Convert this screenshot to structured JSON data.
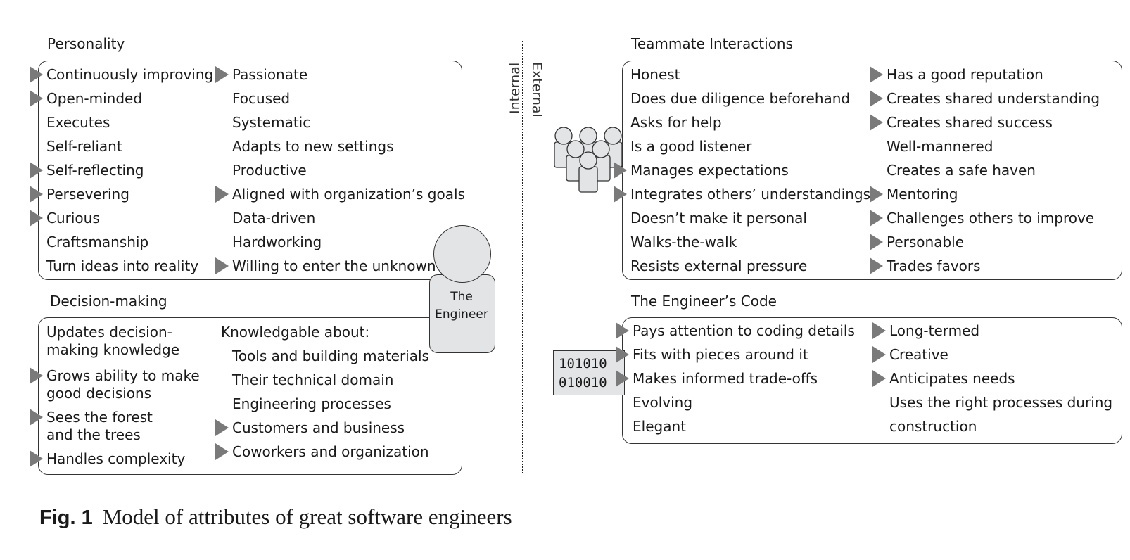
{
  "axis_labels": {
    "internal": "Internal",
    "external": "External"
  },
  "engineer_label": [
    "The",
    "Engineer"
  ],
  "binary": [
    "101010",
    "010010"
  ],
  "sections": {
    "personality": {
      "title": "Personality",
      "col1": [
        {
          "text": "Continuously improving",
          "marked": true
        },
        {
          "text": "Open-minded",
          "marked": true
        },
        {
          "text": "Executes",
          "marked": false
        },
        {
          "text": "Self-reliant",
          "marked": false
        },
        {
          "text": "Self-reflecting",
          "marked": true
        },
        {
          "text": "Persevering",
          "marked": true
        },
        {
          "text": "Curious",
          "marked": true
        },
        {
          "text": "Craftsmanship",
          "marked": false
        },
        {
          "text": "Turn ideas into reality",
          "marked": false
        }
      ],
      "col2": [
        {
          "text": "Passionate",
          "marked": true
        },
        {
          "text": "Focused",
          "marked": false
        },
        {
          "text": "Systematic",
          "marked": false
        },
        {
          "text": "Adapts to new settings",
          "marked": false
        },
        {
          "text": "Productive",
          "marked": false
        },
        {
          "text": "Aligned with organization’s goals",
          "marked": true
        },
        {
          "text": "Data-driven",
          "marked": false
        },
        {
          "text": "Hardworking",
          "marked": false
        },
        {
          "text": "Willing to enter the unknown",
          "marked": true
        }
      ]
    },
    "decision": {
      "title": "Decision-making",
      "col1": [
        {
          "lines": [
            "Updates decision-",
            "making knowledge"
          ],
          "marked": false
        },
        {
          "lines": [
            "Grows ability to make",
            "good decisions"
          ],
          "marked": true
        },
        {
          "lines": [
            "Sees the forest",
            "and the trees"
          ],
          "marked": true
        },
        {
          "lines": [
            "Handles complexity"
          ],
          "marked": true
        }
      ],
      "knowledge_heading": "Knowledgable about:",
      "col2": [
        {
          "text": "Tools and building materials",
          "marked": false
        },
        {
          "text": "Their technical domain",
          "marked": false
        },
        {
          "text": "Engineering processes",
          "marked": false
        },
        {
          "text": "Customers and business",
          "marked": true
        },
        {
          "text": "Coworkers and organization",
          "marked": true
        }
      ]
    },
    "teammate": {
      "title": "Teammate Interactions",
      "col1": [
        {
          "text": "Honest",
          "marked": false
        },
        {
          "text": "Does due diligence beforehand",
          "marked": false
        },
        {
          "text": "Asks for help",
          "marked": false
        },
        {
          "text": "Is a good listener",
          "marked": false
        },
        {
          "text": "Manages expectations",
          "marked": true
        },
        {
          "text": "Integrates others’ understandings",
          "marked": true
        },
        {
          "text": "Doesn’t make it personal",
          "marked": false
        },
        {
          "text": "Walks-the-walk",
          "marked": false
        },
        {
          "text": "Resists external pressure",
          "marked": false
        }
      ],
      "col2": [
        {
          "text": "Has a good reputation",
          "marked": true
        },
        {
          "text": "Creates shared understanding",
          "marked": true
        },
        {
          "text": "Creates shared success",
          "marked": true
        },
        {
          "text": "Well-mannered",
          "marked": false
        },
        {
          "text": "Creates a safe haven",
          "marked": false
        },
        {
          "text": "Mentoring",
          "marked": true
        },
        {
          "text": "Challenges others to improve",
          "marked": true
        },
        {
          "text": "Personable",
          "marked": true
        },
        {
          "text": "Trades favors",
          "marked": true
        }
      ]
    },
    "code": {
      "title": "The Engineer’s Code",
      "col1": [
        {
          "text": "Pays attention to coding details",
          "marked": true
        },
        {
          "text": "Fits with pieces around it",
          "marked": true
        },
        {
          "text": "Makes informed trade-offs",
          "marked": true
        },
        {
          "text": "Evolving",
          "marked": false
        },
        {
          "text": "Elegant",
          "marked": false
        }
      ],
      "col2": [
        {
          "text": "Long-termed",
          "marked": true
        },
        {
          "text": "Creative",
          "marked": true
        },
        {
          "text": "Anticipates needs",
          "marked": true
        },
        {
          "text": "Uses the right processes during",
          "marked": false
        },
        {
          "text": "construction",
          "marked": false
        }
      ]
    }
  },
  "caption": {
    "label": "Fig. 1",
    "text": "Model of attributes of great software engineers"
  }
}
